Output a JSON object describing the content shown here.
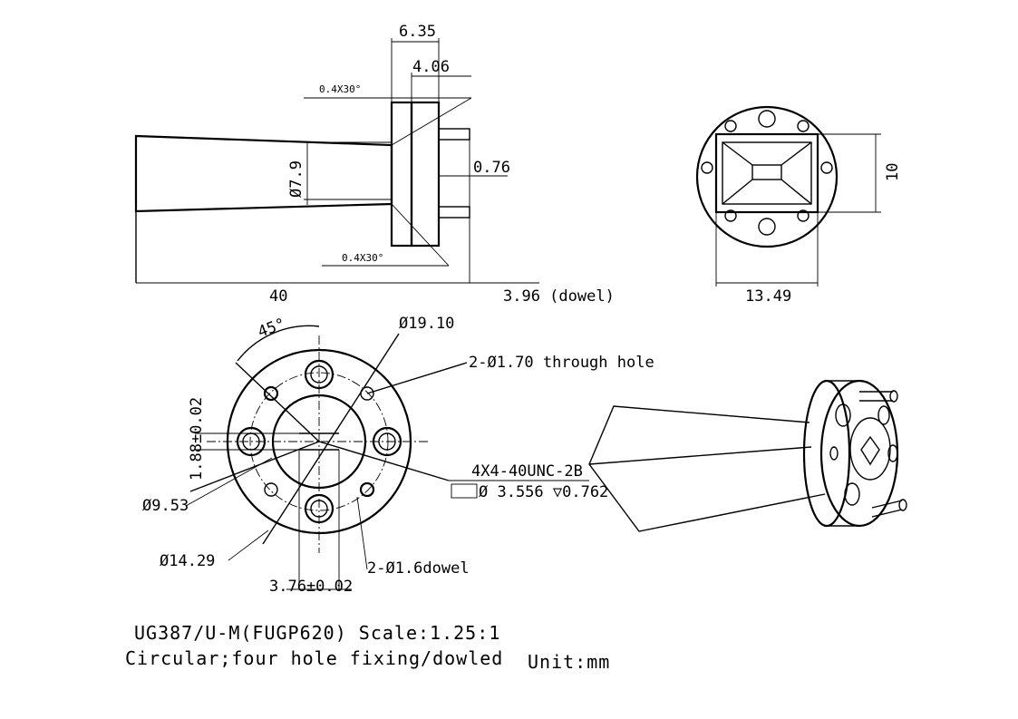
{
  "side_view": {
    "dim_top_overall": "6.35",
    "dim_top_flange": "4.06",
    "chamfer_top": "0.4X30°",
    "chamfer_bottom": "0.4X30°",
    "dim_diameter_throat": "Ø7.9",
    "dim_gap": "0.76",
    "dim_length": "40",
    "dim_dowel": "3.96 (dowel)"
  },
  "end_view": {
    "dim_height": "10",
    "dim_width": "13.49"
  },
  "flange_view": {
    "dim_angle": "45°",
    "dim_pcd": "Ø19.10",
    "dim_through_hole": "2-Ø1.70 through hole",
    "dim_offset_vertical": "1.88±0.02",
    "dim_thread": "4X4-40UNC-2B",
    "dim_thread_depth": "Ø 3.556 ▽0.762",
    "dim_bore": "Ø9.53",
    "dim_outer": "Ø14.29",
    "dim_dowel": "2-Ø1.6dowel",
    "dim_offset_horizontal": "3.76±0.02"
  },
  "title_block": {
    "line1": "UG387/U-M(FUGP620)  Scale:1.25:1",
    "line2": "Circular;four hole fixing/dowled",
    "unit": "Unit:mm"
  }
}
